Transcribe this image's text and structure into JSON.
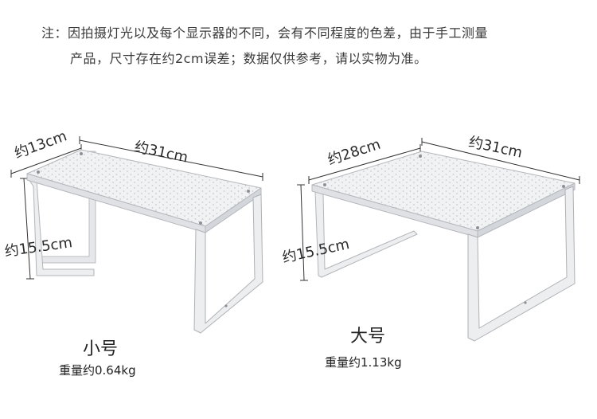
{
  "note": {
    "line1": "注：因拍摄灯光以及每个显示器的不同，会有不同程度的色差，由于手工测量",
    "line2": "产品，尺寸存在约2cm误差；数据仅供参考，请以实物为准。"
  },
  "small": {
    "depth": "约13cm",
    "width": "约31cm",
    "height": "约15.5cm",
    "name": "小号",
    "weight": "重量约0.64kg"
  },
  "large": {
    "depth": "约28cm",
    "width": "约31cm",
    "height": "约15.5cm",
    "name": "大号",
    "weight": "重量约1.13kg"
  }
}
